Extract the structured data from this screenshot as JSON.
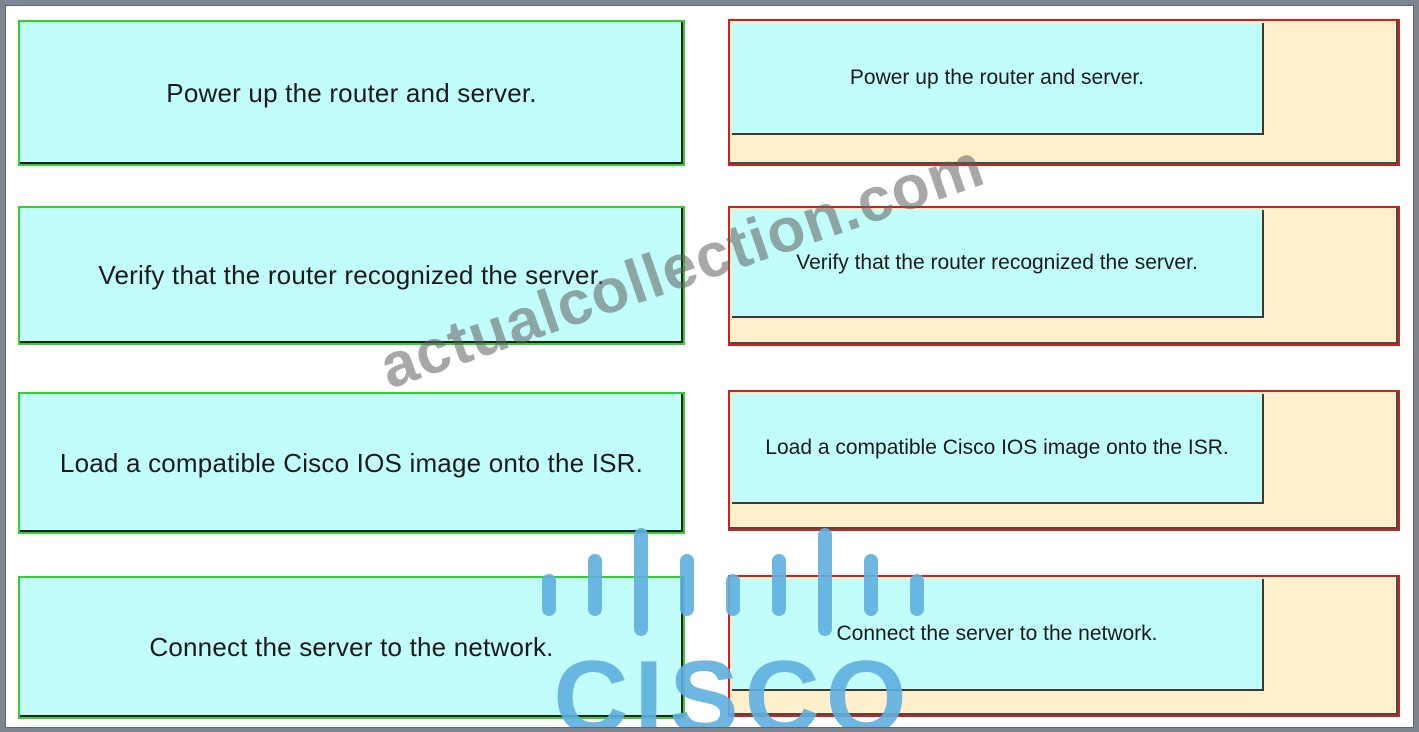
{
  "steps": [
    "Power up the router and server.",
    "Verify that the router recognized the server.",
    "Load a compatible Cisco IOS image onto the ISR.",
    "Connect the server to the network."
  ],
  "answers": [
    "Power up the router and server.",
    "Verify that the router recognized the server.",
    "Load a compatible Cisco IOS image onto the ISR.",
    "Connect the server to the network."
  ],
  "watermark": "actualcollection.com",
  "logo_text": "CISCO",
  "colors": {
    "item_fill": "#c1fdfb",
    "source_border": "#2fd12f",
    "target_border": "#d01f1f",
    "target_fill": "#fff0cb",
    "logo_blue": "#5fb0e0"
  }
}
